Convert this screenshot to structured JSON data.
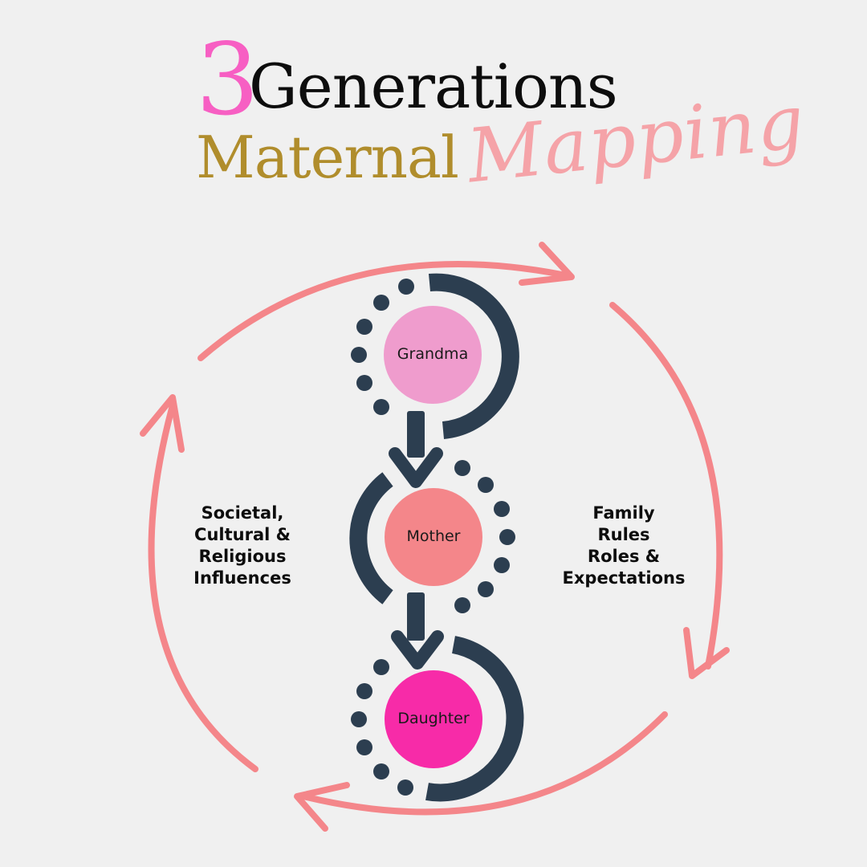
{
  "title": {
    "number": "3",
    "main": "Generations",
    "sub": "Maternal",
    "script": "Mapping"
  },
  "nodes": [
    {
      "label": "Grandma",
      "color": "#ef9ccd"
    },
    {
      "label": "Mother",
      "color": "#f4868a"
    },
    {
      "label": "Daughter",
      "color": "#f72ba8"
    }
  ],
  "left_label": [
    "Societal,",
    "Cultural &",
    "Religious",
    "Influences"
  ],
  "right_label": [
    "Family",
    "Rules",
    "Roles &",
    "Expectations"
  ],
  "colors": {
    "cycle": "#f4868a",
    "dark": "#2c3e50",
    "background": "#f0f0f0"
  }
}
